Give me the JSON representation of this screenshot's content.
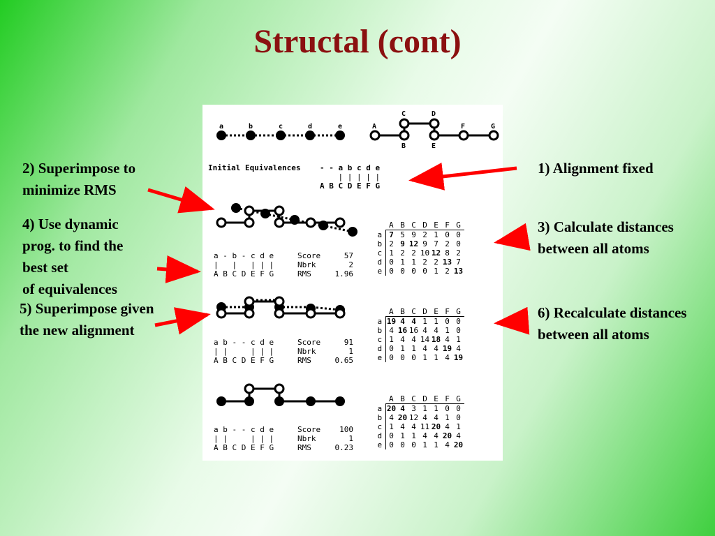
{
  "title": "Structal (cont)",
  "notes": {
    "n1": [
      "1) Alignment fixed"
    ],
    "n2": [
      "2) Superimpose to",
      "minimize RMS"
    ],
    "n3": [
      "3) Calculate distances",
      "between all atoms"
    ],
    "n4": [
      "4) Use dynamic",
      "prog. to find the",
      "best set",
      "of equivalences"
    ],
    "n5": [
      "5) Superimpose given",
      "the new alignment"
    ],
    "n6": [
      "6) Recalculate distances",
      "between all atoms"
    ]
  },
  "top_chain": {
    "lower_labels": [
      "a",
      "b",
      "c",
      "d",
      "e"
    ],
    "upper_top_labels": [
      "C",
      "D"
    ],
    "upper_mid_labels": [
      "A",
      "F",
      "G"
    ],
    "upper_bottom_labels": [
      "B",
      "E"
    ]
  },
  "initial": {
    "label": "Initial Equivalences",
    "line1": "- - a b c d e",
    "line2": "    | | | | |",
    "line3": "A B C D E F G"
  },
  "steps": [
    {
      "line1": "a - b - c d e",
      "line2": "|   |   | | |",
      "line3": "A B C D E F G",
      "stats": [
        [
          "Score",
          "57"
        ],
        [
          "Nbrk",
          "2"
        ],
        [
          "RMS",
          "1.96"
        ]
      ]
    },
    {
      "line1": "a b - - c d e",
      "line2": "| |     | | |",
      "line3": "A B C D E F G",
      "stats": [
        [
          "Score",
          "91"
        ],
        [
          "Nbrk",
          "1"
        ],
        [
          "RMS",
          "0.65"
        ]
      ]
    },
    {
      "line1": "a b - - c d e",
      "line2": "| |     | | |",
      "line3": "A B C D E F G",
      "stats": [
        [
          "Score",
          "100"
        ],
        [
          "Nbrk",
          "1"
        ],
        [
          "RMS",
          "0.23"
        ]
      ]
    }
  ],
  "matrices": {
    "col_labels": [
      "A",
      "B",
      "C",
      "D",
      "E",
      "F",
      "G"
    ],
    "row_labels": [
      "a",
      "b",
      "c",
      "d",
      "e"
    ],
    "m1": {
      "values": [
        [
          7,
          5,
          9,
          2,
          1,
          0,
          0
        ],
        [
          2,
          9,
          12,
          9,
          7,
          2,
          0
        ],
        [
          1,
          2,
          2,
          10,
          12,
          8,
          2
        ],
        [
          0,
          1,
          1,
          2,
          2,
          13,
          7
        ],
        [
          0,
          0,
          0,
          0,
          1,
          2,
          13
        ]
      ],
      "bold": [
        [
          0,
          0
        ],
        [
          1,
          1
        ],
        [
          1,
          2
        ],
        [
          2,
          4
        ],
        [
          3,
          5
        ],
        [
          4,
          6
        ]
      ]
    },
    "m2": {
      "values": [
        [
          19,
          4,
          4,
          1,
          1,
          0,
          0
        ],
        [
          4,
          16,
          16,
          4,
          4,
          1,
          0
        ],
        [
          1,
          4,
          4,
          14,
          18,
          4,
          1
        ],
        [
          0,
          1,
          1,
          4,
          4,
          19,
          4
        ],
        [
          0,
          0,
          0,
          1,
          1,
          4,
          19
        ]
      ],
      "bold": [
        [
          0,
          0
        ],
        [
          0,
          1
        ],
        [
          0,
          2
        ],
        [
          1,
          1
        ],
        [
          2,
          4
        ],
        [
          3,
          5
        ],
        [
          4,
          6
        ]
      ]
    },
    "m3": {
      "values": [
        [
          20,
          4,
          3,
          1,
          1,
          0,
          0
        ],
        [
          4,
          20,
          12,
          4,
          4,
          1,
          0
        ],
        [
          1,
          4,
          4,
          11,
          20,
          4,
          1
        ],
        [
          0,
          1,
          1,
          4,
          4,
          20,
          4
        ],
        [
          0,
          0,
          0,
          1,
          1,
          4,
          20
        ]
      ],
      "bold": [
        [
          0,
          0
        ],
        [
          0,
          1
        ],
        [
          1,
          1
        ],
        [
          2,
          4
        ],
        [
          3,
          5
        ],
        [
          4,
          6
        ]
      ]
    }
  },
  "colors": {
    "title": "#8b1010",
    "arrow": "#ff0000"
  }
}
